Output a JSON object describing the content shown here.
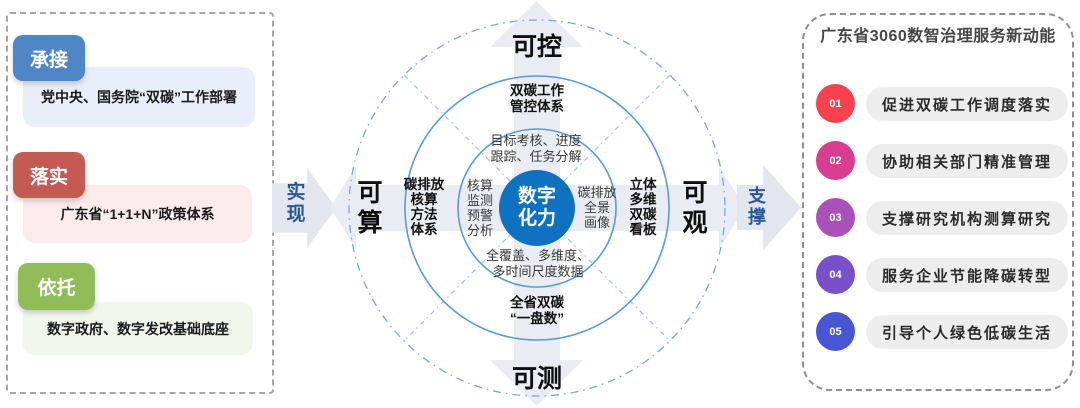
{
  "left_panel": {
    "items": [
      {
        "badge": "承接",
        "text": "党中央、国务院“双碳”工作部署",
        "badge_color": "#4e86c6",
        "box_color": "#e9effa"
      },
      {
        "badge": "落实",
        "text": "广东省“1+1+N”政策体系",
        "badge_color": "#c35a54",
        "box_color": "#fbebeb"
      },
      {
        "badge": "依托",
        "text": "数字政府、数字发改基础底座",
        "badge_color": "#90bd59",
        "box_color": "#f1f7ec"
      }
    ]
  },
  "flow": {
    "realize_label": "实现",
    "support_label": "支撑",
    "arrow_text_color": "#2b579a"
  },
  "center": {
    "core_label": "数字\n化力",
    "core_color": "#0e72c0",
    "ring_color": "#5b9bd5",
    "outer_ring_color": "#77a7db",
    "band_color": "#e9ecf3",
    "axis_labels": {
      "top": "可控",
      "bottom": "可测",
      "left": "可算",
      "right": "可观"
    },
    "ring_outer": {
      "top": "双碳工作\n管控体系",
      "left": "碳排放\n核算\n方法\n体系",
      "right": "立体\n多维\n双碳\n看板",
      "bottom": "全省双碳\n“一盘数”"
    },
    "ring_inner": {
      "top": "目标考核、进度\n跟踪、任务分解",
      "left": "核算\n监测\n预警\n分析",
      "right": "碳排放\n全景\n画像",
      "bottom": "全覆盖、多维度、\n多时间尺度数据"
    }
  },
  "right_panel": {
    "title": "广东省3060数智治理服务新动能",
    "items": [
      {
        "num": "01",
        "text": "促进双碳工作调度落实",
        "color": "#f8404e"
      },
      {
        "num": "02",
        "text": "协助相关部门精准管理",
        "color": "#d93d90"
      },
      {
        "num": "03",
        "text": "支撑研究机构测算研究",
        "color": "#a951b8"
      },
      {
        "num": "04",
        "text": "服务企业节能降碳转型",
        "color": "#7a4fca"
      },
      {
        "num": "05",
        "text": "引导个人绿色低碳生活",
        "color": "#4a55d4"
      }
    ]
  }
}
